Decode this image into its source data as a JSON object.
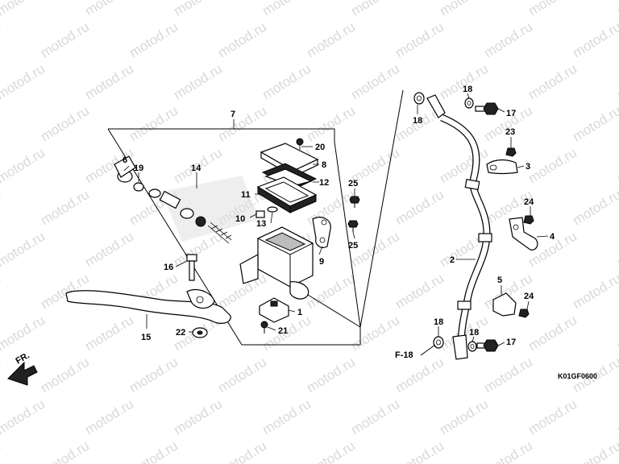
{
  "watermark": "motod.ru",
  "diagram_code": "K01GF0600",
  "front_arrow_label": "FR.",
  "reference_label": "F-18",
  "callouts": {
    "c1": "1",
    "c2": "2",
    "c3": "3",
    "c4": "4",
    "c5": "5",
    "c6": "6",
    "c7": "7",
    "c8": "8",
    "c9": "9",
    "c10": "10",
    "c11": "11",
    "c12": "12",
    "c13": "13",
    "c14": "14",
    "c15": "15",
    "c16": "16",
    "c17a": "17",
    "c17b": "17",
    "c18a": "18",
    "c18b": "18",
    "c18c": "18",
    "c18d": "18",
    "c19": "19",
    "c20": "20",
    "c21": "21",
    "c22": "22",
    "c23": "23",
    "c24a": "24",
    "c24b": "24",
    "c25a": "25",
    "c25b": "25"
  }
}
